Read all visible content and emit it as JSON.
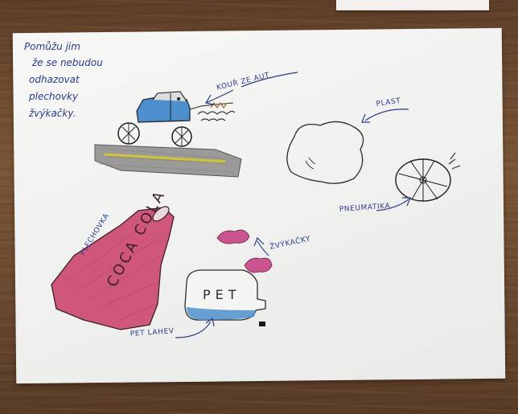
{
  "note_lines": [
    "Pomůžu jim",
    "že se nebudou",
    "odhazovat",
    "plechovky",
    "žvýkačky."
  ],
  "labels": {
    "kour": "KOUŘ ZE AUT",
    "plast": "PLAST",
    "pneumatika": "PNEUMATIKA",
    "plechovka": "PLECHOVKA",
    "zvykacky": "ŽVÝKAČKY",
    "pet_lahev": "PET LAHEV"
  },
  "can_text": "COCA COLA",
  "bottle_text": "PET",
  "colors": {
    "ink": "#2a3b8a",
    "can": "#c9486a",
    "car": "#3a86c8",
    "road_yellow": "#d8c23a",
    "gum": "#c24a86"
  }
}
